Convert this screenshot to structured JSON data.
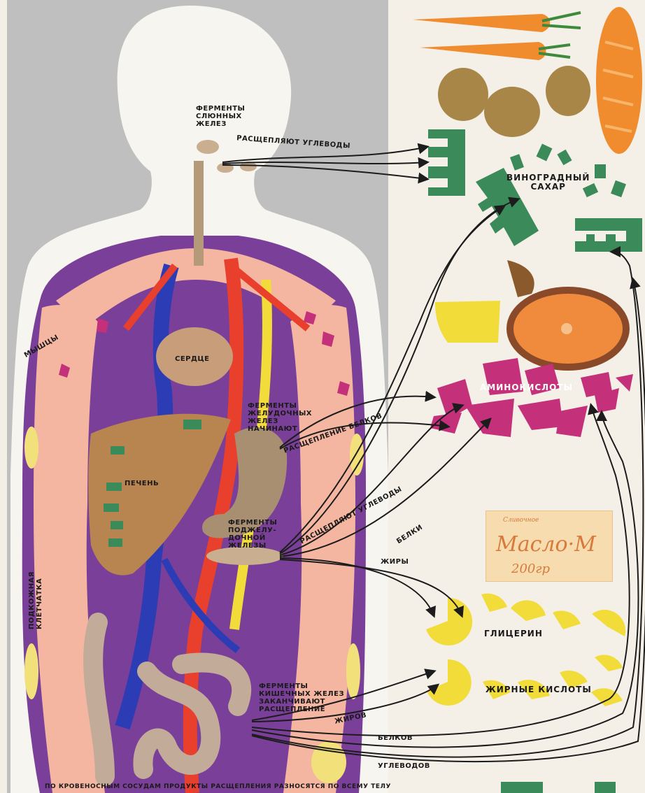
{
  "labels": {
    "saliva_enzymes": [
      "ФЕРМЕНТЫ",
      "СЛЮННЫХ",
      "ЖЕЛЕЗ"
    ],
    "split_carbs_top": "РАСЩЕПЛЯЮТ УГЛЕВОДЫ",
    "grape_sugar": [
      "ВИНОГРАДНЫЙ",
      "САХАР"
    ],
    "muscles": "МЫШЦЫ",
    "heart": "СЕРДЦЕ",
    "liver": "ПЕЧЕНЬ",
    "stomach_enzymes": [
      "ФЕРМЕНТЫ",
      "ЖЕЛУДОЧНЫХ",
      "ЖЕЛЕЗ",
      "НАЧИНАЮТ"
    ],
    "split_proteins": "РАСЩЕПЛЕНИЕ БЕЛКОВ",
    "amino_acids": "АМИНОКИСЛОТЫ",
    "pancreas_enzymes": [
      "ФЕРМЕНТЫ",
      "ПОДЖЕЛУ-",
      "ДОЧНОЙ",
      "ЖЕЛЕЗЫ"
    ],
    "split_carbs_mid": "РАСЩЕПЛЯЮТ УГЛЕВОДЫ",
    "proteins": "БЕЛКИ",
    "fats": "ЖИРЫ",
    "glycerin": "ГЛИЦЕРИН",
    "fatty_acids": "ЖИРНЫЕ КИСЛОТЫ",
    "subcutaneous": [
      "ПОДКОЖНАЯ",
      "КЛЕТЧАТКА"
    ],
    "intestine_enzymes": [
      "ФЕРМЕНТЫ",
      "КИШЕЧНЫХ ЖЕЛЕЗ",
      "ЗАКАНЧИВАЮТ",
      "РАСЩЕПЛЕНИЕ"
    ],
    "of_fats": "ЖИРОВ",
    "of_proteins": "БЕЛКОВ",
    "of_carbs": "УГЛЕВОДОВ",
    "bottom_caption": "ПО КРОВЕНОСНЫМ СОСУДАМ ПРОДУКТЫ РАСЩЕПЛЕНИЯ РАЗНОСЯТСЯ ПО ВСЕМУ ТЕЛУ",
    "butter_line1": "Масло·М",
    "butter_line2": "200гр",
    "butter_small": "Сливочное"
  },
  "colors": {
    "background": "#f4efe6",
    "silhouette_gray": "#bdbdbd",
    "body_purple": "#7a3f98",
    "muscle_pink": "#f4b6a0",
    "vein_blue": "#2c3cb4",
    "artery_red": "#e8402c",
    "lymph_yellow": "#f2dc3a",
    "sugar_green": "#3b8a5a",
    "amino_magenta": "#c4307a",
    "fat_yellow": "#f1dc3a",
    "arrow_black": "#1c1c1c"
  }
}
